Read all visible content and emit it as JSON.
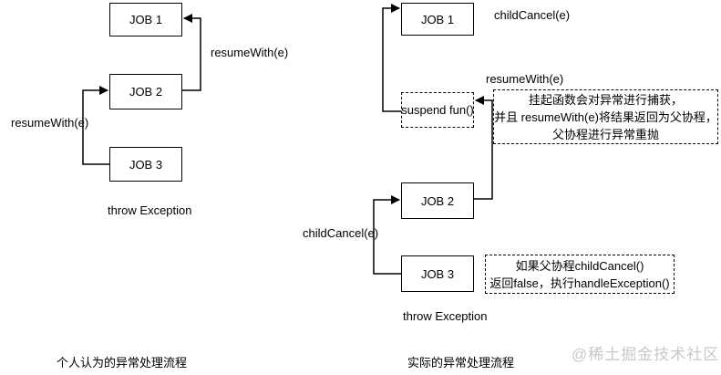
{
  "left_diagram": {
    "caption": "个人认为的异常处理流程",
    "nodes": [
      {
        "label": "JOB 1"
      },
      {
        "label": "JOB 2"
      },
      {
        "label": "JOB 3"
      }
    ],
    "edge_labels": {
      "resume_top": "resumeWith(e)",
      "resume_left": "resumeWith(e)",
      "throw_exception": "throw Exception"
    }
  },
  "right_diagram": {
    "caption": "实际的异常处理流程",
    "nodes": [
      {
        "label": "JOB 1"
      },
      {
        "label": "suspend fun()"
      },
      {
        "label": "JOB 2"
      },
      {
        "label": "JOB 3"
      }
    ],
    "edge_labels": {
      "child_cancel_top": "childCancel(e)",
      "resume_with": "resumeWith(e)",
      "child_cancel_left": "childCancel(e)",
      "throw_exception": "throw Exception"
    },
    "notes": [
      {
        "lines": [
          "挂起函数会对异常进行捕获，",
          "并且 resumeWith(e)将结果返回为父协程，",
          "父协程进行异常重抛"
        ]
      },
      {
        "lines": [
          "如果父协程childCancel()",
          "返回false，执行handleException()"
        ]
      }
    ]
  },
  "watermark": "@稀土掘金技术社区",
  "colors": {
    "line": "#000000",
    "watermark": "#c8c8c8",
    "background": "#ffffff"
  }
}
